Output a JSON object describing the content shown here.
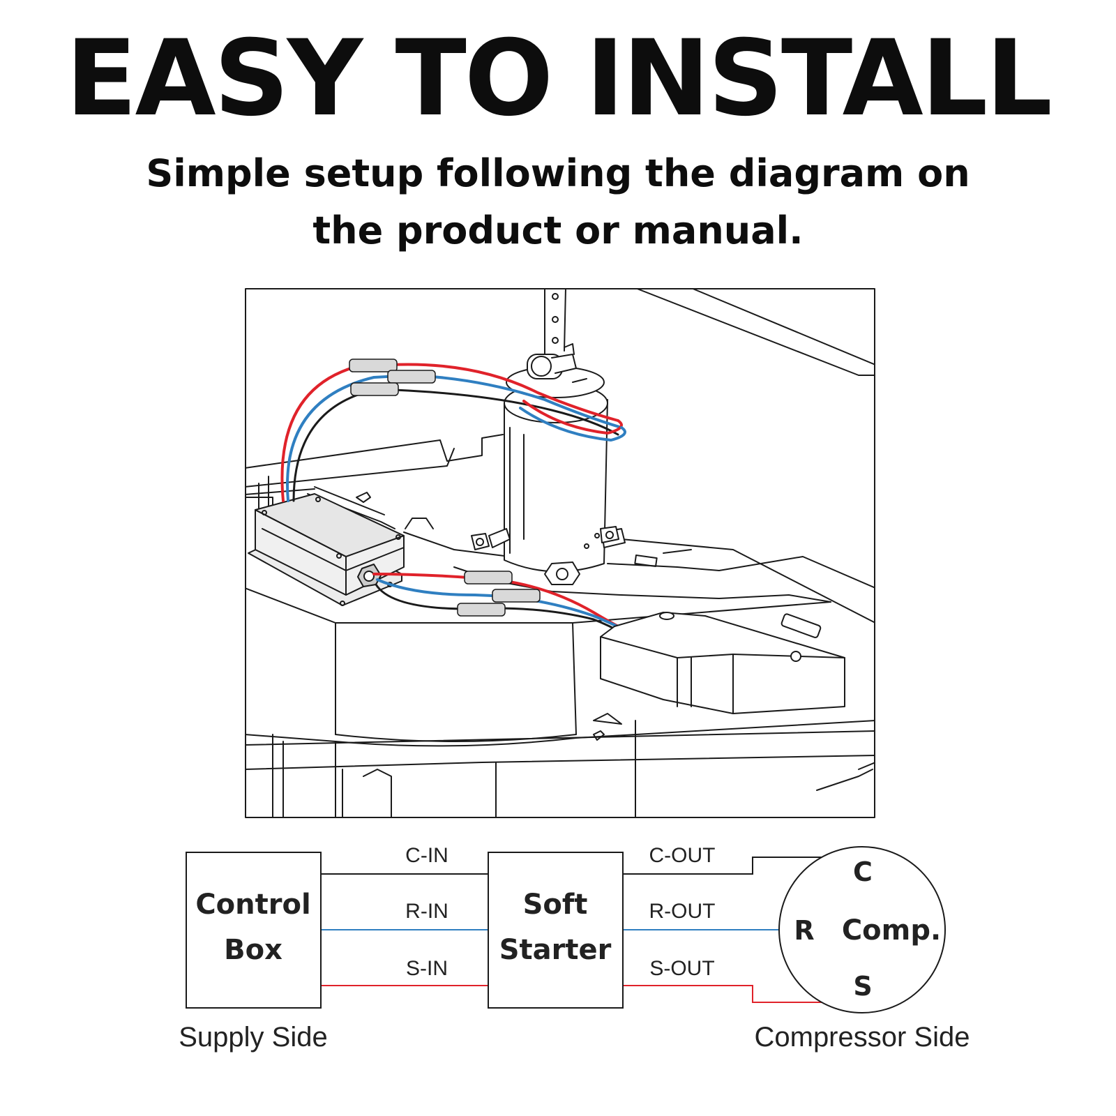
{
  "header": {
    "title": "EASY TO INSTALL",
    "subtitle_line1": "Simple setup following the diagram on",
    "subtitle_line2": "the product or manual."
  },
  "illustration": {
    "icon": "compressor-installation-illustration",
    "wire_colors": {
      "common": "#1a1a1a",
      "run": "#2f7fc1",
      "start": "#e0222a"
    }
  },
  "wiring_diagram": {
    "control_box": {
      "line1": "Control",
      "line2": "Box"
    },
    "soft_starter": {
      "line1": "Soft",
      "line2": "Starter"
    },
    "compressor": {
      "label": "Comp.",
      "pin_c": "C",
      "pin_r": "R",
      "pin_s": "S"
    },
    "inputs": {
      "c": "C-IN",
      "r": "R-IN",
      "s": "S-IN"
    },
    "outputs": {
      "c": "C-OUT",
      "r": "R-OUT",
      "s": "S-OUT"
    },
    "supply_side": "Supply Side",
    "compressor_side": "Compressor Side",
    "wire_colors": {
      "c": "#1a1a1a",
      "r": "#2f7fc1",
      "s": "#e0222a"
    }
  }
}
